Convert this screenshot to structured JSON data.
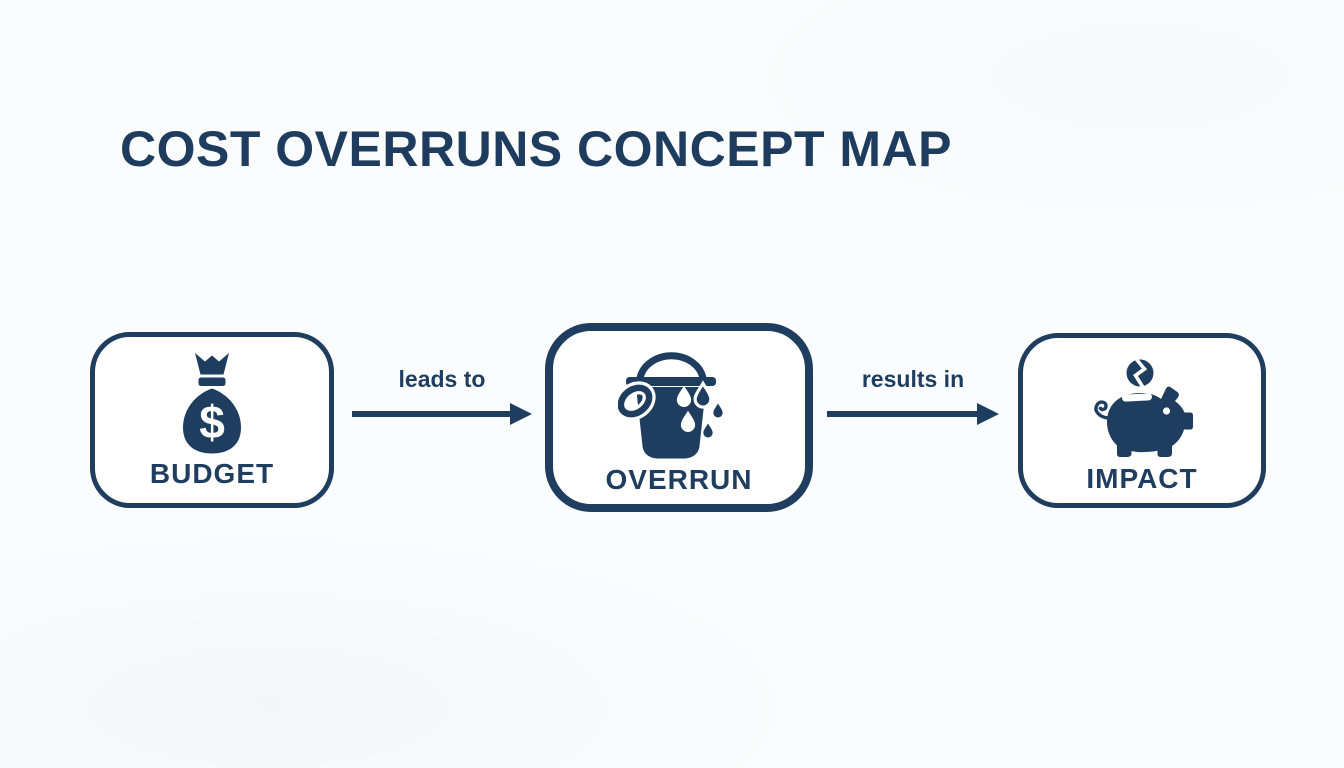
{
  "theme": {
    "accent_navy": "#1e3d5f",
    "title_navy": "#1d3c5e",
    "background": "#fbfcfd",
    "node_fill": "#ffffff"
  },
  "title": {
    "text": "COST OVERRUNS CONCEPT MAP"
  },
  "diagram": {
    "nodes": [
      {
        "id": "budget",
        "label": "BUDGET",
        "icon": "money-bag-icon"
      },
      {
        "id": "overrun",
        "label": "OVERRUN",
        "icon": "leaking-bucket-icon"
      },
      {
        "id": "impact",
        "label": "IMPACT",
        "icon": "cracked-piggy-bank-icon"
      }
    ],
    "edges": [
      {
        "from": "budget",
        "to": "overrun",
        "label": "leads to"
      },
      {
        "from": "overrun",
        "to": "impact",
        "label": "results in"
      }
    ],
    "icon_dollar_glyph": "$"
  }
}
